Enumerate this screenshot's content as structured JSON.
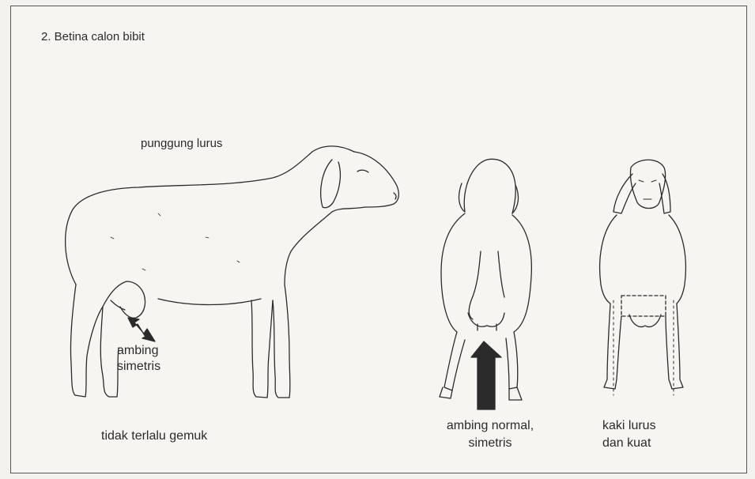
{
  "title": "2. Betina calon bibit",
  "labels": {
    "back": "punggung lurus",
    "udder_side_line1": "ambing",
    "udder_side_line2": "simetris",
    "not_fat": "tidak terlalu gemuk",
    "udder_normal_line1": "ambing normal,",
    "udder_normal_line2": "simetris",
    "legs_line1": "kaki lurus",
    "legs_line2": "dan kuat"
  }
}
